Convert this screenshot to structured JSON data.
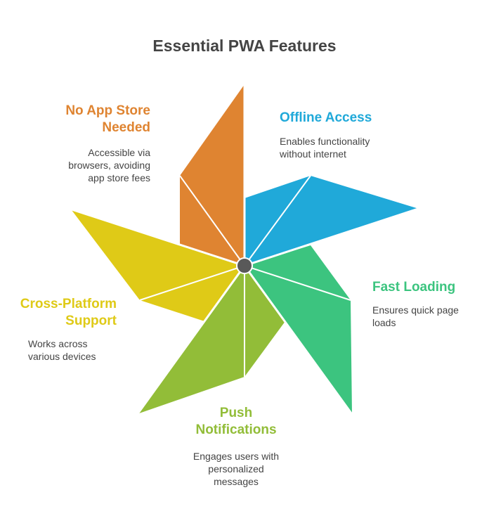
{
  "title": "Essential PWA Features",
  "colors": {
    "offline": "#20a9d9",
    "fast": "#3cc47f",
    "push": "#92bd38",
    "cross": "#dfca17",
    "noappstore": "#df8431",
    "hub": "#595959"
  },
  "features": {
    "offline": {
      "title": "Offline Access",
      "desc_lines": [
        "Enables functionality",
        "without internet"
      ]
    },
    "fast": {
      "title": "Fast Loading",
      "desc_lines": [
        "Ensures quick page",
        "loads"
      ]
    },
    "push": {
      "title_lines": [
        "Push",
        "Notifications"
      ],
      "desc_lines": [
        "Engages users with",
        "personalized",
        "messages"
      ]
    },
    "cross": {
      "title_lines": [
        "Cross-Platform",
        "Support"
      ],
      "desc_lines": [
        "Works across",
        "various devices"
      ]
    },
    "noappstore": {
      "title_lines": [
        "No App Store",
        "Needed"
      ],
      "desc_lines": [
        "Accessible via",
        "browsers, avoiding",
        "app store fees"
      ]
    }
  }
}
